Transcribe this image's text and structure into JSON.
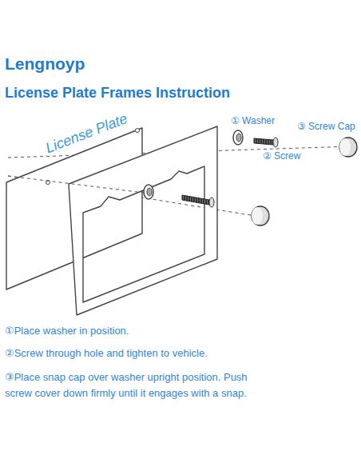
{
  "diagram": {
    "title": "Lengnoyp",
    "labels": [
      "License Plate Frames Instruction",
      "License Plate",
      "① Washer",
      "② Screw",
      "③ Screw Cap",
      "①Place washer in position.",
      "②Screw through hole and tighten to vehicle.",
      "③Place snap cap over washer upright position. Push screw cover down firmly until it engages with a snap."
    ]
  }
}
